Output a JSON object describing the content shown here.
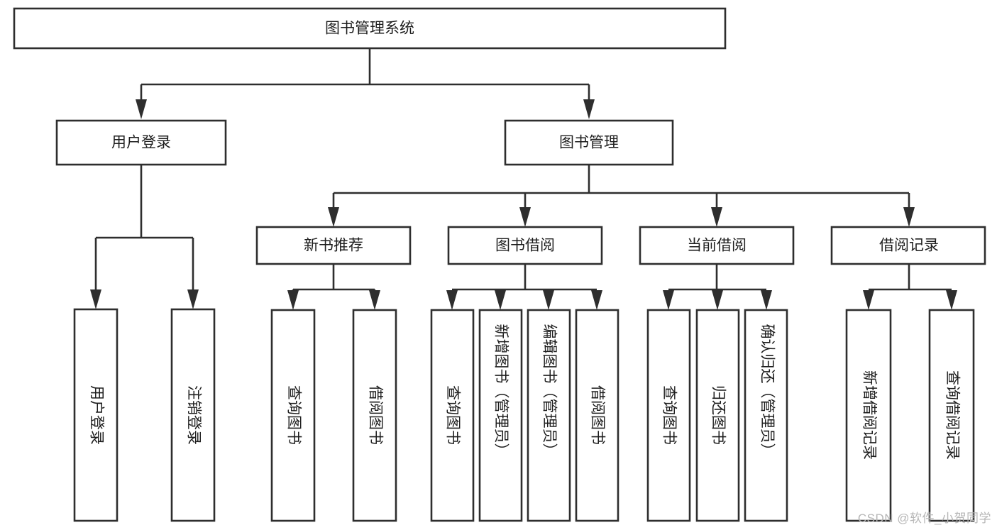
{
  "diagram": {
    "type": "hierarchy-tree",
    "orientation": "top-down",
    "root": {
      "id": "root",
      "label": "图书管理系统"
    },
    "level2": [
      {
        "id": "user-login",
        "label": "用户登录"
      },
      {
        "id": "book-management",
        "label": "图书管理"
      }
    ],
    "level3": [
      {
        "id": "new-book-recommend",
        "label": "新书推荐",
        "parent": "book-management"
      },
      {
        "id": "book-borrow",
        "label": "图书借阅",
        "parent": "book-management"
      },
      {
        "id": "current-borrow",
        "label": "当前借阅",
        "parent": "book-management"
      },
      {
        "id": "borrow-record",
        "label": "借阅记录",
        "parent": "book-management"
      }
    ],
    "leaves": [
      {
        "id": "leaf-user-login",
        "label": "用户登录",
        "parent": "user-login"
      },
      {
        "id": "leaf-user-logout",
        "label": "注销登录",
        "parent": "user-login"
      },
      {
        "id": "leaf-query-book-1",
        "label": "查询图书",
        "parent": "new-book-recommend"
      },
      {
        "id": "leaf-borrow-book-1",
        "label": "借阅图书",
        "parent": "new-book-recommend"
      },
      {
        "id": "leaf-query-book-2",
        "label": "查询图书",
        "parent": "book-borrow"
      },
      {
        "id": "leaf-add-book",
        "label": "新增图书（管理员）",
        "parent": "book-borrow"
      },
      {
        "id": "leaf-edit-book",
        "label": "编辑图书（管理员）",
        "parent": "book-borrow"
      },
      {
        "id": "leaf-borrow-book-2",
        "label": "借阅图书",
        "parent": "book-borrow"
      },
      {
        "id": "leaf-query-book-3",
        "label": "查询图书",
        "parent": "current-borrow"
      },
      {
        "id": "leaf-return-book",
        "label": "归还图书",
        "parent": "current-borrow"
      },
      {
        "id": "leaf-confirm-return",
        "label": "确认归还（管理员）",
        "parent": "current-borrow"
      },
      {
        "id": "leaf-add-record",
        "label": "新增借阅记录",
        "parent": "borrow-record"
      },
      {
        "id": "leaf-query-record",
        "label": "查询借阅记录",
        "parent": "borrow-record"
      }
    ]
  },
  "watermark": {
    "text": "CSDN @软件_小贺同学"
  },
  "colors": {
    "stroke": "#2e2e2e",
    "fill": "#ffffff",
    "text": "#1d1d1d",
    "watermark": "#b6b6b6"
  }
}
